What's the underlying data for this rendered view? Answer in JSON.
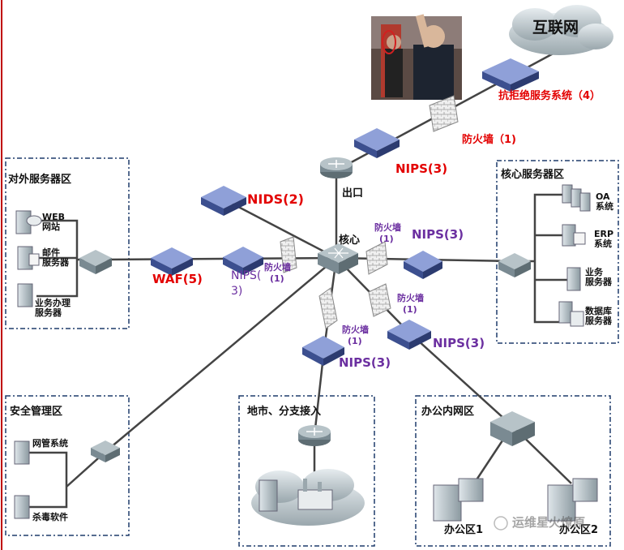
{
  "cloud_internet": "互联网",
  "photo": "photo",
  "zones": {
    "external": "对外服务器区",
    "core_servers": "核心服务器区",
    "security": "安全管理区",
    "branch": "地市、分支接入",
    "office": "办公内网区"
  },
  "external_servers": [
    {
      "label": "WEB\n网站"
    },
    {
      "label": "邮件\n服务器"
    },
    {
      "label": "业务办理\n服务器"
    }
  ],
  "core_server_list": [
    {
      "label": "OA\n系统"
    },
    {
      "label": "ERP\n系统"
    },
    {
      "label": "业务\n服务器"
    },
    {
      "label": "数据库\n服务器"
    }
  ],
  "security_items": [
    {
      "label": "网管系统"
    },
    {
      "label": "杀毒软件"
    }
  ],
  "office_areas": [
    {
      "label": "办公区1"
    },
    {
      "label": "办公区2"
    }
  ],
  "devices": {
    "anti_ddos": "抗拒绝服务系统（4）",
    "fw_top": "防火墙（1)",
    "nips_top": "NIPS(3)",
    "exit": "出口",
    "core": "核心",
    "nids": "NIDS(2)",
    "waf": "WAF(5)",
    "nips_left_a": "NIPS(",
    "nips_left_b": "3)",
    "fw_left_a": "防火墙",
    "fw_left_b": "(1)",
    "fw_center_a": "防火墙",
    "fw_center_b": "(1)",
    "nips_right": "NIPS(3)",
    "fw_lower_right_a": "防火墙",
    "fw_lower_right_b": "(1)",
    "nips_lower_right": "NIPS(3)",
    "fw_bottom_a": "防火墙",
    "fw_bottom_b": "(1)",
    "nips_bottom": "NIPS(3)"
  },
  "watermark": "运维星火燎原",
  "colors": {
    "red_label": "#e30000",
    "purple_label": "#6b2fa0",
    "zone_border": "#1f3b6b",
    "link": "#444444",
    "device_blue": "#4a5fa0",
    "router_gray": "#7a8a92"
  }
}
